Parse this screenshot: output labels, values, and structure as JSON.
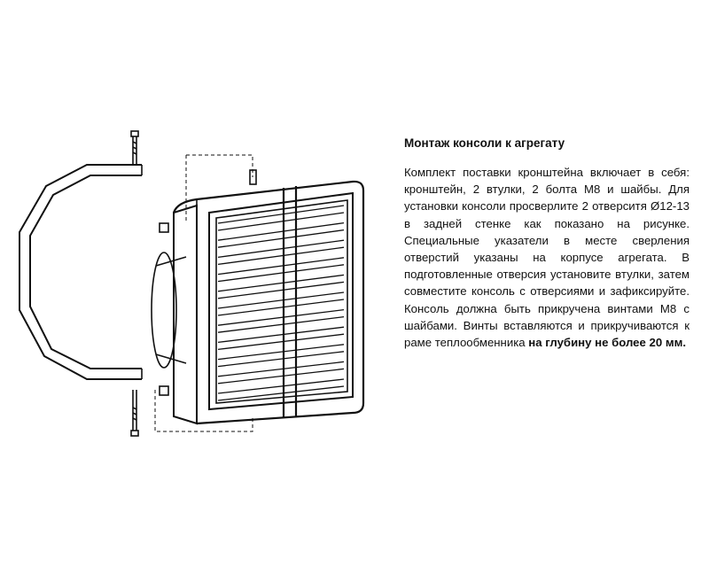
{
  "section": {
    "title": "Монтаж консоли к агрегату",
    "lines": [
      "Комплект поставки кронштейна включает в себя:",
      "кронштейн, 2 втулки, 2 болта М8 и шайбы. Для",
      "установки консоли просверлите 2 отверситя Ø12-13",
      "в задней стенке как показано на рисунке.",
      "Специальные указатели в месте сверления",
      "отверстий указаны на корпусе агрегата. В",
      "подготовленные отверсия установите втулки, затем",
      "совместите консоль с отверсиями и зафиксируйте.",
      "Консоль должна быть прикручена винтами М8 с",
      "шайбами. Винты вставляются и прикручиваются к"
    ],
    "last_line_plain": "раме теплообменника ",
    "last_line_bold": "на глубину не более 20 мм."
  }
}
